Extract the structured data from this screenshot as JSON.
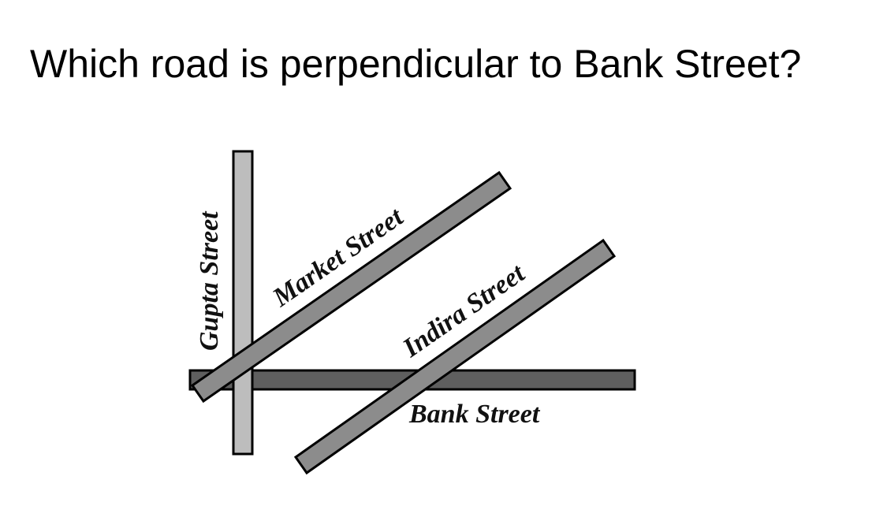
{
  "question": "Which road is perpendicular to Bank Street?",
  "streets": {
    "gupta": {
      "label": "Gupta Street",
      "color": "#bdbdbd"
    },
    "market": {
      "label": "Market Street",
      "color": "#8c8c8c"
    },
    "indira": {
      "label": "Indira Street",
      "color": "#8c8c8c"
    },
    "bank": {
      "label": "Bank Street",
      "color": "#5f5f5f"
    }
  }
}
